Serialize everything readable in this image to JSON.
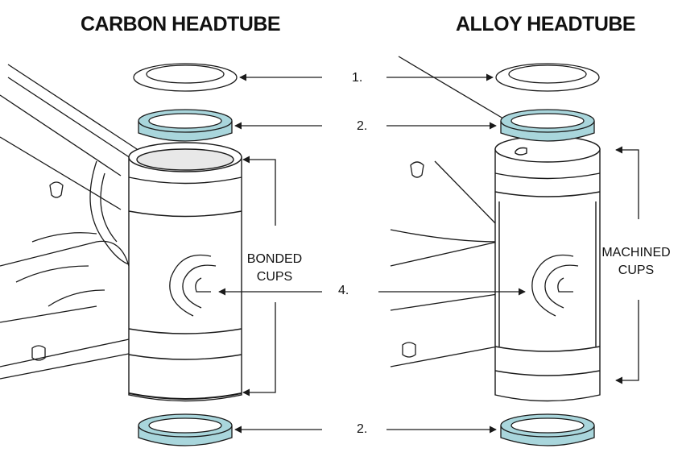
{
  "titles": {
    "left": "CARBON HEADTUBE",
    "right": "ALLOY HEADTUBE"
  },
  "callouts": {
    "item_1": "1.",
    "item_2_top": "2.",
    "item_4": "4.",
    "item_2_bottom": "2."
  },
  "side_labels": {
    "bonded_line1": "BONDED",
    "bonded_line2": "CUPS",
    "machined_line1": "MACHINED",
    "machined_line2": "CUPS"
  },
  "colors": {
    "bearing_fill": "#a9d6dc",
    "line": "#1a1a1a"
  },
  "icons": {
    "logo": "cannondale-c-logo"
  }
}
